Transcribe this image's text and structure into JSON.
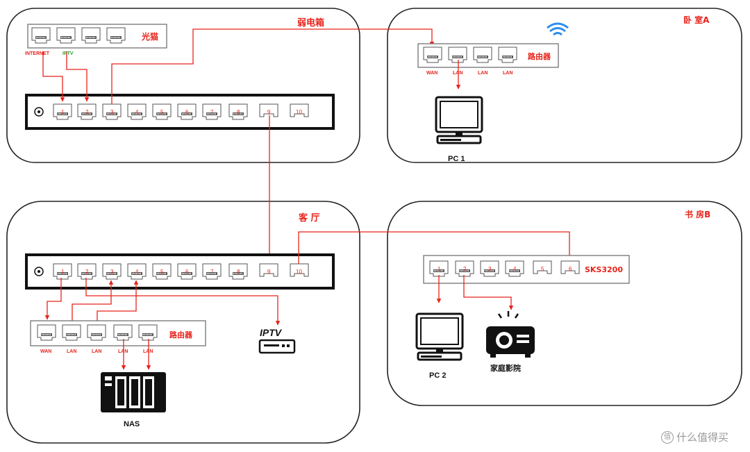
{
  "rooms": {
    "box": "弱电箱",
    "bedroom": "卧  室A",
    "living": "客  厅",
    "study": "书  房B"
  },
  "devices": {
    "modem": "光猫",
    "router_bedroom": "路由器",
    "router_living": "路由器",
    "switch_study": "SKS3200",
    "pc1": "PC 1",
    "pc2": "PC 2",
    "nas": "NAS",
    "iptv": "IPTV",
    "projector": "家庭影院"
  },
  "modem_ports": {
    "internet": "INTERNET",
    "iptv": "IPTV"
  },
  "switch_ports": [
    "1",
    "2",
    "3",
    "4",
    "5",
    "6",
    "7",
    "8",
    "9",
    "10"
  ],
  "router_ports": [
    "WAN",
    "LAN",
    "LAN",
    "LAN"
  ],
  "living_router_ports": [
    "WAN",
    "LAN",
    "LAN",
    "LAN",
    "LAN"
  ],
  "study_switch_ports": [
    "1",
    "2",
    "3",
    "4",
    "5",
    "6"
  ],
  "watermark": "什么值得买",
  "colors": {
    "wire": "#e8231a",
    "label": "#e8231a",
    "outline": "#222222",
    "wifi": "#2a8cf0"
  }
}
